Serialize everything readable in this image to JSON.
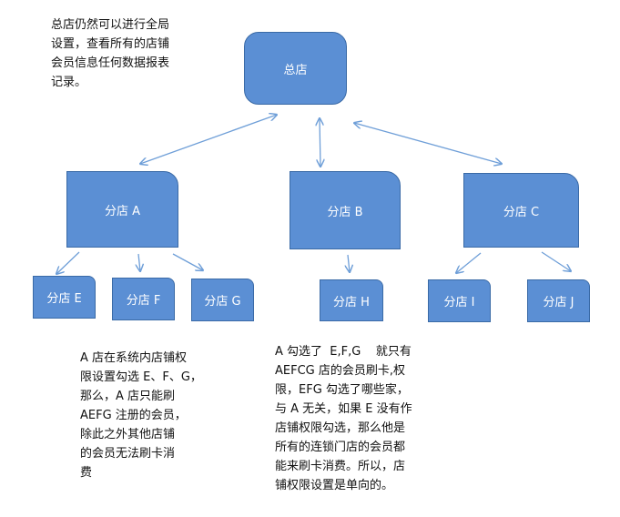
{
  "nodes": {
    "hq": "总店",
    "a": "分店 A",
    "b": "分店 B",
    "c": "分店 C",
    "e": "分店 E",
    "f": "分店 F",
    "g": "分店 G",
    "h": "分店 H",
    "i": "分店 I",
    "j": "分店 J"
  },
  "notes": {
    "hq": "总店仍然可以进行全局\n设置，查看所有的店铺\n会员信息任何数据报表\n记录。",
    "a": "A 店在系统内店铺权\n限设置勾选 E、F、G，\n那么，A 店只能刷\nAEFG 注册的会员，\n除此之外其他店铺\n的会员无法刷卡消\n费",
    "b": "A 勾选了  E,F,G    就只有\nAEFCG 店的会员刷卡,权\n限，EFG 勾选了哪些家，\n与 A 无关，如果 E 没有作\n店铺权限勾选，那么他是\n所有的连锁门店的会员都\n能来刷卡消费。所以，店\n铺权限设置是单向的。"
  },
  "colors": {
    "node_fill": "#5b8fd4",
    "node_border": "#3a6aa6",
    "connector": "#6f9fd8",
    "text_on_node": "#ffffff"
  }
}
